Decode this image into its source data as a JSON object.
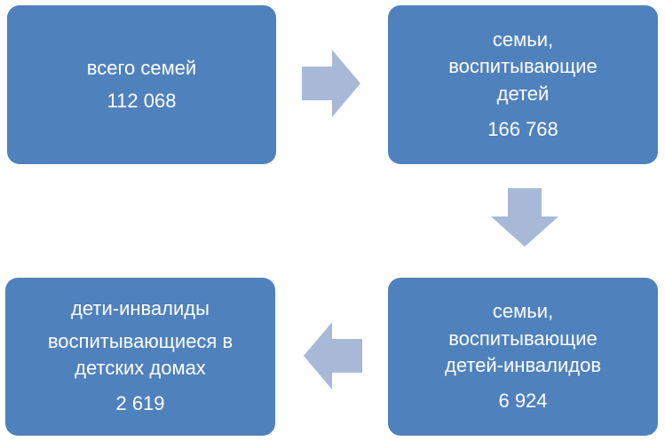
{
  "diagram": {
    "box_total": {
      "label": "всего семей",
      "value": "112 068"
    },
    "box_children": {
      "line1": "семьи,",
      "line2": "воспитывающие",
      "line3": "детей",
      "value": "166 768"
    },
    "box_disabled_families": {
      "line1": "семьи,",
      "line2": "воспитывающие",
      "line3": "детей-инвалидов",
      "value": "6 924"
    },
    "box_orphanages": {
      "line1": "дети-инвалиды",
      "line2": "воспитывающиеся в",
      "line3": "детских домах",
      "value": "2 619"
    }
  },
  "colors": {
    "box_fill": "#4f81bd",
    "arrow_fill": "#a8b9d8",
    "text": "#ffffff"
  }
}
